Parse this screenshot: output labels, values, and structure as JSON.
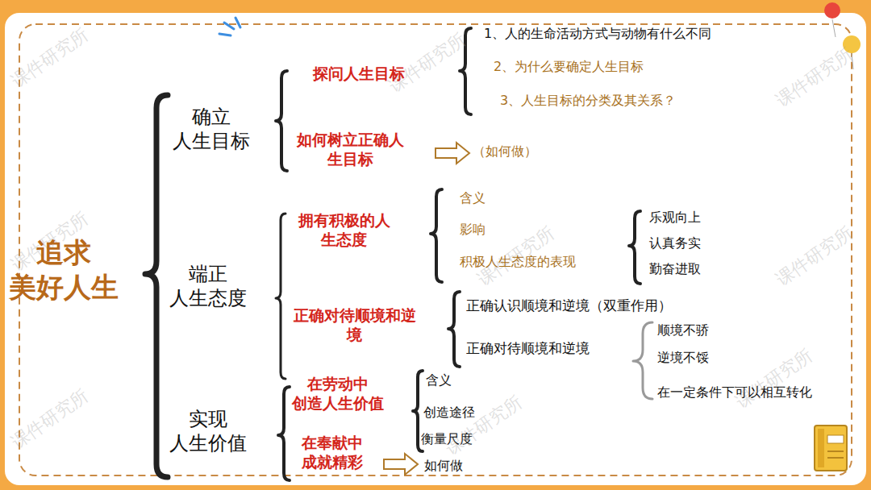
{
  "diagram": {
    "title": "追求美好人生",
    "labels": [
      "确立人生目标",
      "探问人生目标",
      "1、人的生命活动方式与动物有什么不同",
      "2、为什么要确定人生目标",
      "3、人生目标的分类及其关系？",
      "如何树立正确人生目标",
      "（如何做）",
      "端正人生态度",
      "拥有积极的人生态度",
      "含义",
      "影响",
      "积极人生态度的表现",
      "乐观向上",
      "认真务实",
      "勤奋进取",
      "正确对待顺境和逆境",
      "正确认识顺境和逆境（双重作用）",
      "正确对待顺境和逆境",
      "顺境不骄",
      "逆境不馁",
      "在一定条件下可以相互转化",
      "实现人生价值",
      "在劳动中创造人生价值",
      "含义",
      "创造途径",
      "衡量尺度",
      "在奉献中成就精彩",
      "如何做",
      "课件研究所",
      "课件研究所",
      "课件研究所",
      "课件研究所",
      "课件研究所",
      "课件研究所",
      "课件研究所",
      "课件研究所",
      "课件研究所"
    ]
  }
}
